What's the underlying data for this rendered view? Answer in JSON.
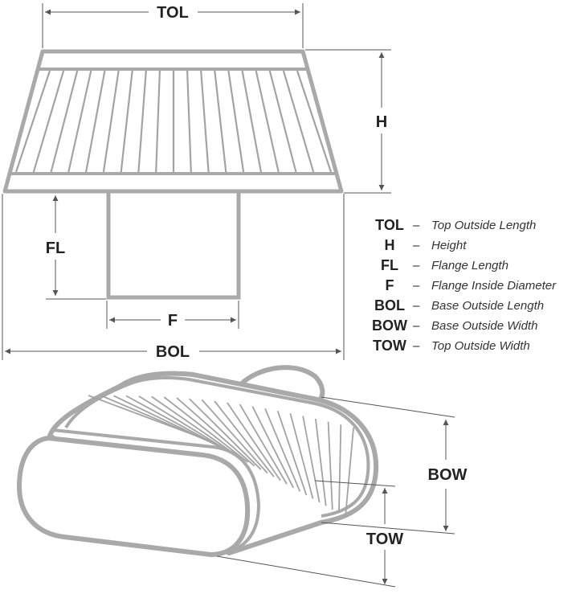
{
  "labels": {
    "tol": "TOL",
    "h": "H",
    "fl": "FL",
    "f": "F",
    "bol": "BOL",
    "bow": "BOW",
    "tow": "TOW"
  },
  "legend": [
    {
      "abbr": "TOL",
      "dash": "–",
      "desc": "Top Outside Length"
    },
    {
      "abbr": "H",
      "dash": "–",
      "desc": "Height"
    },
    {
      "abbr": "FL",
      "dash": "–",
      "desc": "Flange Length"
    },
    {
      "abbr": "F",
      "dash": "–",
      "desc": "Flange Inside Diameter"
    },
    {
      "abbr": "BOL",
      "dash": "–",
      "desc": "Base Outside Length"
    },
    {
      "abbr": "BOW",
      "dash": "–",
      "desc": "Base Outside Width"
    },
    {
      "abbr": "TOW",
      "dash": "–",
      "desc": "Top Outside Width"
    }
  ],
  "colors": {
    "filter_outline": "#a9a9a9",
    "pleat": "#a3a3a3",
    "dimension_line": "#555555",
    "text": "#222222"
  }
}
